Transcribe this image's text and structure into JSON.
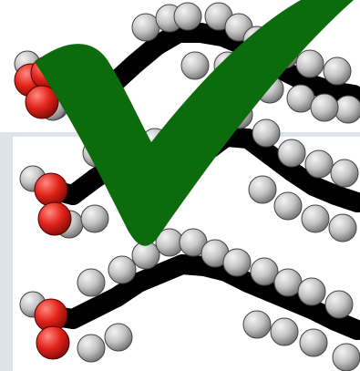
{
  "image": {
    "width": 395,
    "height": 407,
    "background": "#ffffff",
    "panel_color": "#dde3e8",
    "atom_colors": {
      "carbon": "#000000",
      "hydrogen": "#c4c4c4",
      "oxygen": "#e2231a"
    },
    "checkmark_color": "#0c6b0c",
    "checkmark_icon": "check-mark-icon",
    "molecules": [
      {
        "name": "bent-chain-molecule"
      },
      {
        "name": "curved-chain-molecule"
      },
      {
        "name": "arched-chain-molecule"
      }
    ]
  }
}
